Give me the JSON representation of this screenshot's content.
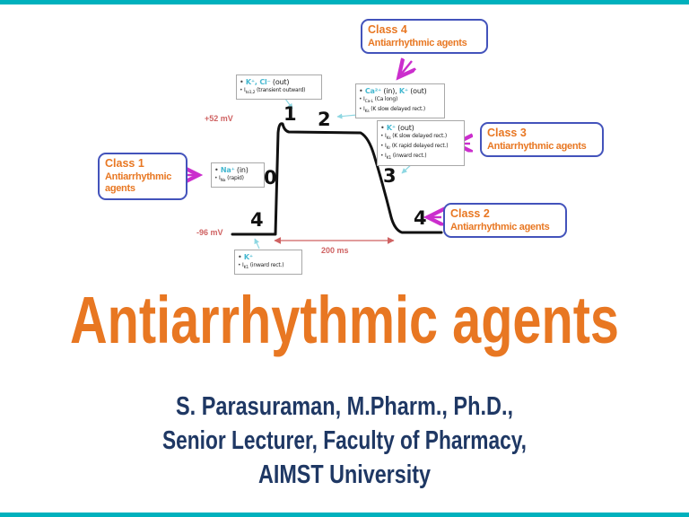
{
  "slide": {
    "title": "Antiarrhythmic agents",
    "author_lines": [
      "S. Parasuraman, M.Pharm., Ph.D.,",
      "Senior Lecturer, Faculty of Pharmacy,",
      "AIMST University"
    ]
  },
  "colors": {
    "accent_bar": "#00b1bd",
    "title_orange": "#e87722",
    "author_navy": "#1f3864",
    "class_box_border": "#4353bb",
    "magenta_arrow": "#cb2ecd",
    "red_label": "#cf6262",
    "ion_teal": "#45b8d0",
    "curve_black": "#111111"
  },
  "diagram": {
    "voltage_max": "+52 mV",
    "voltage_min": "-96 mV",
    "time_scale": "200 ms",
    "phase_labels": {
      "p0": "0",
      "p1": "1",
      "p2": "2",
      "p3": "3",
      "p4_left": "4",
      "p4_right": "4"
    },
    "class_boxes": [
      {
        "name": "Class 1",
        "label": "Antiarrhythmic agents"
      },
      {
        "name": "Class 2",
        "label": "Antiarrhythmic agents"
      },
      {
        "name": "Class 3",
        "label": "Antiarrhythmic agents"
      },
      {
        "name": "Class 4",
        "label": "Antiarrhythmic agents"
      }
    ],
    "channel_boxes": {
      "k_cl_out": {
        "lines": [
          [
            {
              "ion": "K⁺, Cl⁻"
            },
            {
              "t": " (out)"
            }
          ],
          [
            {
              "t": "I"
            },
            {
              "sub": "to1,2"
            },
            {
              "t": " (transient outward)"
            }
          ]
        ]
      },
      "ca_in_k_out": {
        "lines": [
          [
            {
              "ion": "Ca²⁺"
            },
            {
              "t": " (in), "
            },
            {
              "ion": "K⁺"
            },
            {
              "t": " (out)"
            }
          ],
          [
            {
              "t": "I"
            },
            {
              "sub": "Ca-L"
            },
            {
              "t": " (Ca long)"
            }
          ],
          [
            {
              "t": "I"
            },
            {
              "sub": "Ks"
            },
            {
              "t": " (K slow delayed rect.)"
            }
          ]
        ]
      },
      "k_out": {
        "lines": [
          [
            {
              "ion": "K⁺"
            },
            {
              "t": " (out)"
            }
          ],
          [
            {
              "t": "I"
            },
            {
              "sub": "Ks"
            },
            {
              "t": " (K slow delayed rect.)"
            }
          ],
          [
            {
              "t": "I"
            },
            {
              "sub": "Kr"
            },
            {
              "t": " (K rapid delayed rect.)"
            }
          ],
          [
            {
              "t": "I"
            },
            {
              "sub": "K1"
            },
            {
              "t": " (inward rect.)"
            }
          ]
        ]
      },
      "na_in": {
        "lines": [
          [
            {
              "ion": "Na⁺"
            },
            {
              "t": " (in)"
            }
          ],
          [
            {
              "t": "I"
            },
            {
              "sub": "Na"
            },
            {
              "t": " (rapid)"
            }
          ]
        ]
      },
      "k_rest": {
        "lines": [
          [
            {
              "ion": "K⁺"
            }
          ],
          [
            {
              "t": "I"
            },
            {
              "sub": "K1"
            },
            {
              "t": " (inward rect.)"
            }
          ]
        ]
      }
    }
  }
}
